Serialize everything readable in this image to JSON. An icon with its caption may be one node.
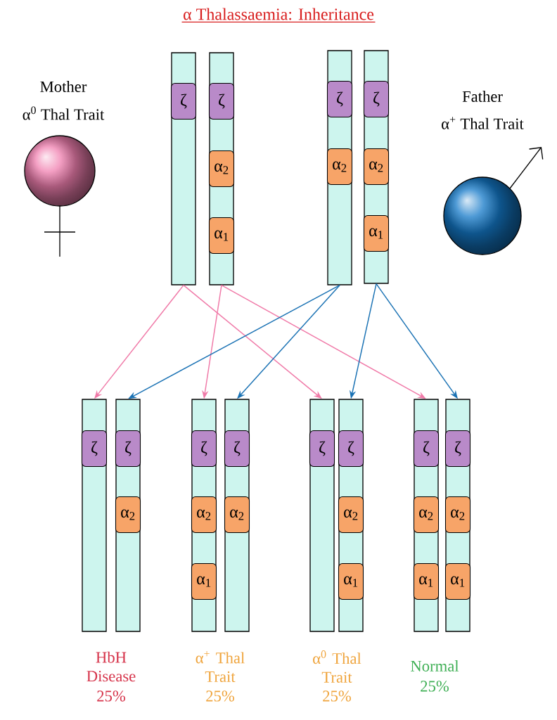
{
  "diagram": {
    "title": "α Thalassaemia: Inheritance",
    "nodes": [
      {
        "text": [
          "Mother",
          "α$^{0}$ Thal Trait"
        ]
      },
      {
        "text": [],
        "shape": "bar"
      },
      {
        "text": [
          "ζ"
        ],
        "in": 1
      },
      {
        "text": [],
        "shape": "bar"
      },
      {
        "text": [
          "ζ"
        ],
        "in": 3
      },
      {
        "text": [
          "α$_{2}$"
        ],
        "in": 3
      },
      {
        "text": [
          "α$_{1}$"
        ],
        "in": 3
      },
      {
        "text": [],
        "shape": "bar"
      },
      {
        "text": [
          "ζ"
        ],
        "in": 7
      },
      {
        "text": [
          "α$_{2}$"
        ],
        "in": 7
      },
      {
        "text": [],
        "shape": "bar"
      },
      {
        "text": [
          "ζ"
        ],
        "in": 10
      },
      {
        "text": [
          "α$_{2}$"
        ],
        "in": 10
      },
      {
        "text": [
          "α$_{1}$"
        ],
        "in": 10
      },
      {
        "text": [
          "Father",
          "α$^{+}$ Thal Trait"
        ]
      },
      {
        "text": [],
        "shape": "bar"
      },
      {
        "text": [
          "ζ"
        ],
        "in": 15
      },
      {
        "text": [],
        "shape": "bar"
      },
      {
        "text": [
          "ζ"
        ],
        "in": 17
      },
      {
        "text": [
          "α$_{2}$"
        ],
        "in": 17
      },
      {
        "text": [],
        "shape": "bar"
      },
      {
        "text": [
          "ζ"
        ],
        "in": 20
      },
      {
        "text": [
          "α$_{2}$"
        ],
        "in": 20
      },
      {
        "text": [
          "α$_{1}$"
        ],
        "in": 20
      },
      {
        "text": [],
        "shape": "bar"
      },
      {
        "text": [
          "ζ"
        ],
        "in": 24
      },
      {
        "text": [
          "α$_{2}$"
        ],
        "in": 24
      },
      {
        "text": [],
        "shape": "bar"
      },
      {
        "text": [
          "ζ"
        ],
        "in": 27
      },
      {
        "text": [],
        "shape": "bar"
      },
      {
        "text": [
          "ζ"
        ],
        "in": 29
      },
      {
        "text": [
          "α$_{2}$"
        ],
        "in": 29
      },
      {
        "text": [
          "α$_{1}$"
        ],
        "in": 29
      },
      {
        "text": [],
        "shape": "bar"
      },
      {
        "text": [
          "ζ"
        ],
        "in": 33
      },
      {
        "text": [
          "α$_{2}$"
        ],
        "in": 33
      },
      {
        "text": [
          "α$_{1}$"
        ],
        "in": 33
      },
      {
        "text": [],
        "shape": "bar"
      },
      {
        "text": [
          "ζ"
        ],
        "in": 37
      },
      {
        "text": [
          "α$_{2}$"
        ],
        "in": 37
      },
      {
        "text": [
          "α$_{1}$"
        ],
        "in": 37
      }
    ],
    "edges": [
      {
        "from": 1,
        "to": 15,
        "arrow": "to",
        "color": "#f07aa8"
      },
      {
        "from": 1,
        "to": 27,
        "arrow": "to",
        "color": "#f07aa8"
      },
      {
        "from": 3,
        "to": 20,
        "arrow": "to",
        "color": "#f07aa8"
      },
      {
        "from": 3,
        "to": 33,
        "arrow": "to",
        "color": "#f07aa8"
      },
      {
        "from": 7,
        "to": 17,
        "arrow": "to",
        "color": "#1a72b4"
      },
      {
        "from": 7,
        "to": 24,
        "arrow": "to",
        "color": "#1a72b4"
      },
      {
        "from": 10,
        "to": 29,
        "arrow": "to",
        "color": "#1a72b4"
      },
      {
        "from": 10,
        "to": 37,
        "arrow": "to",
        "color": "#1a72b4"
      }
    ],
    "labels": [
      "HbH Disease",
      "25%",
      "α$^{+}$ Thal Trait",
      "25%",
      "α$^{0}$ Thal Trait",
      "25%",
      "Normal",
      "25%"
    ]
  }
}
